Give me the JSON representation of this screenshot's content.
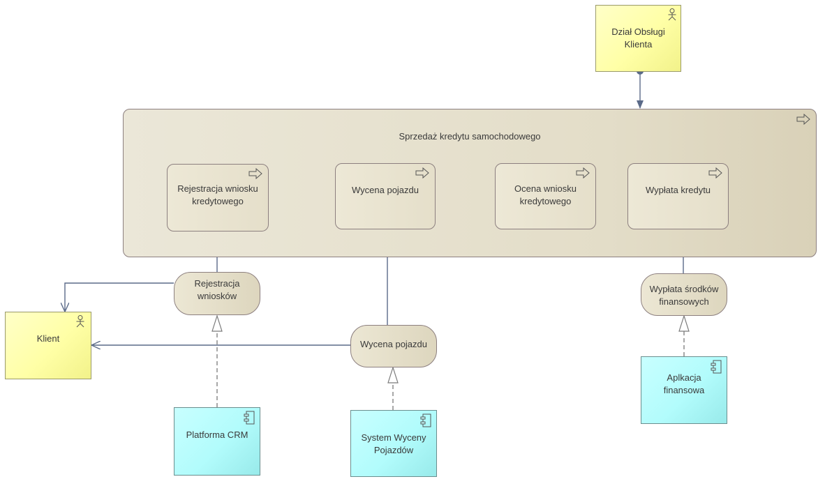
{
  "actors": {
    "customer_service": "Dział Obsługi Klienta",
    "client": "Klient"
  },
  "group": {
    "title": "Sprzedaż kredytu samochodowego"
  },
  "processes": {
    "registration": "Rejestracja wniosku kredytowego",
    "valuation": "Wycena pojazdu",
    "assessment": "Ocena wniosku kredytowego",
    "payout": "Wypłata kredytu"
  },
  "services": {
    "registration": "Rejestracja wniosków",
    "valuation": "Wycena pojazdu",
    "payout": "Wypłata środków finansowych"
  },
  "components": {
    "crm": "Platforma CRM",
    "valuation_system": "System Wyceny Pojazdów",
    "finance_app": "Aplkacja finansowa"
  },
  "colors": {
    "actor": "#ffffa6",
    "component": "#b2fcfc",
    "process": "#e8e3d0",
    "line": "#5a6a88"
  },
  "icons": [
    "actor-icon",
    "process-arrow-icon",
    "component-icon"
  ]
}
